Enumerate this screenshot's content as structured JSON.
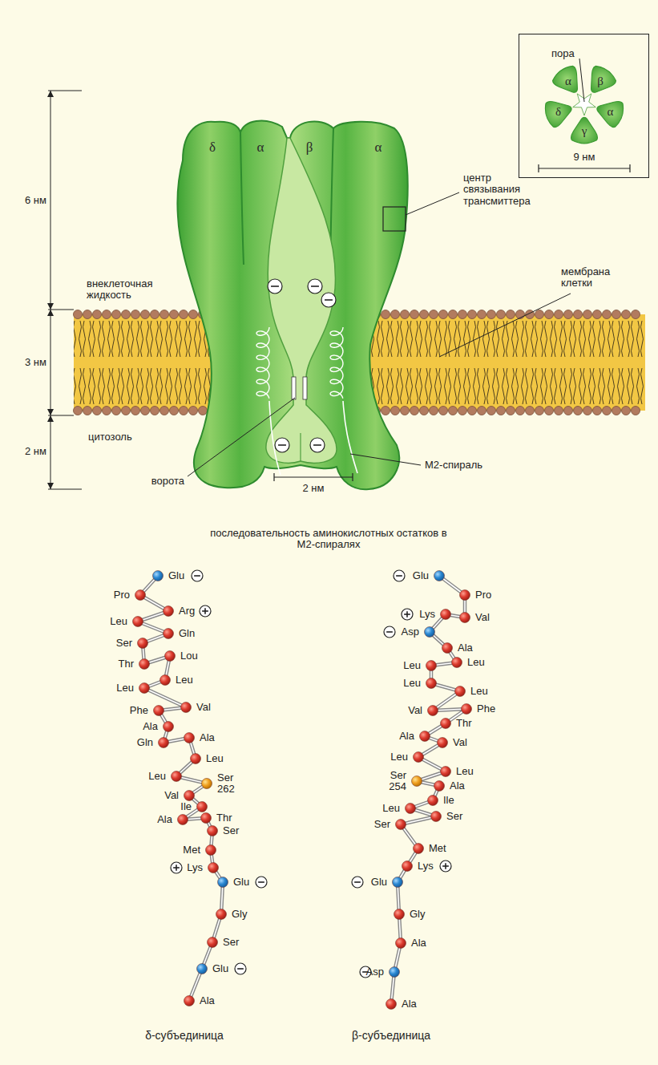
{
  "diagram": {
    "nodes": [
      {
        "text": [
          "пора",
          "9 нм"
        ]
      },
      {
        "text": [
          "α"
        ],
        "in": 0
      },
      {
        "text": [
          "β"
        ],
        "in": 0
      },
      {
        "text": [
          "δ"
        ],
        "in": 0
      },
      {
        "text": [
          "α"
        ],
        "in": 0
      },
      {
        "text": [
          "γ"
        ],
        "in": 0
      },
      {
        "text": [
          "δ"
        ]
      },
      {
        "text": [
          "α"
        ]
      },
      {
        "text": [
          "β"
        ]
      },
      {
        "text": [
          "α"
        ]
      }
    ],
    "labels": [
      "6 нм",
      "3 нм",
      "2 нм",
      "внеклеточная жидкость",
      "цитозоль",
      "ворота",
      "2 нм",
      "центр связывания трансмиттера",
      "мембрана клетки",
      "М2-спираль",
      "последовательность аминокислотных остатков в М2-спиралях",
      "Glu",
      "Pro",
      "Arg",
      "Leu",
      "Gln",
      "Ser",
      "Thr",
      "Lou",
      "Leu",
      "Leu",
      "Val",
      "Phe",
      "Ala",
      "Gln",
      "Ala",
      "Leu",
      "Leu",
      "Ser 262",
      "Val",
      "Ile",
      "Ala",
      "Thr",
      "Ser",
      "Met",
      "Lys",
      "Glu",
      "Gly",
      "Ser",
      "Glu",
      "Ala",
      "δ-субъединица",
      "Glu",
      "Pro",
      "Val",
      "Lys",
      "Asp",
      "Ala",
      "Leu",
      "Leu",
      "Leu",
      "Leu",
      "Val",
      "Phe",
      "Thr",
      "Ala",
      "Val",
      "Leu",
      "Leu",
      "Ser 254",
      "Ala",
      "Ile",
      "Leu",
      "Ser",
      "Ser",
      "Met",
      "Lys",
      "Glu",
      "Gly",
      "Ala",
      "Asp",
      "Ala",
      "β-субъединица"
    ]
  }
}
